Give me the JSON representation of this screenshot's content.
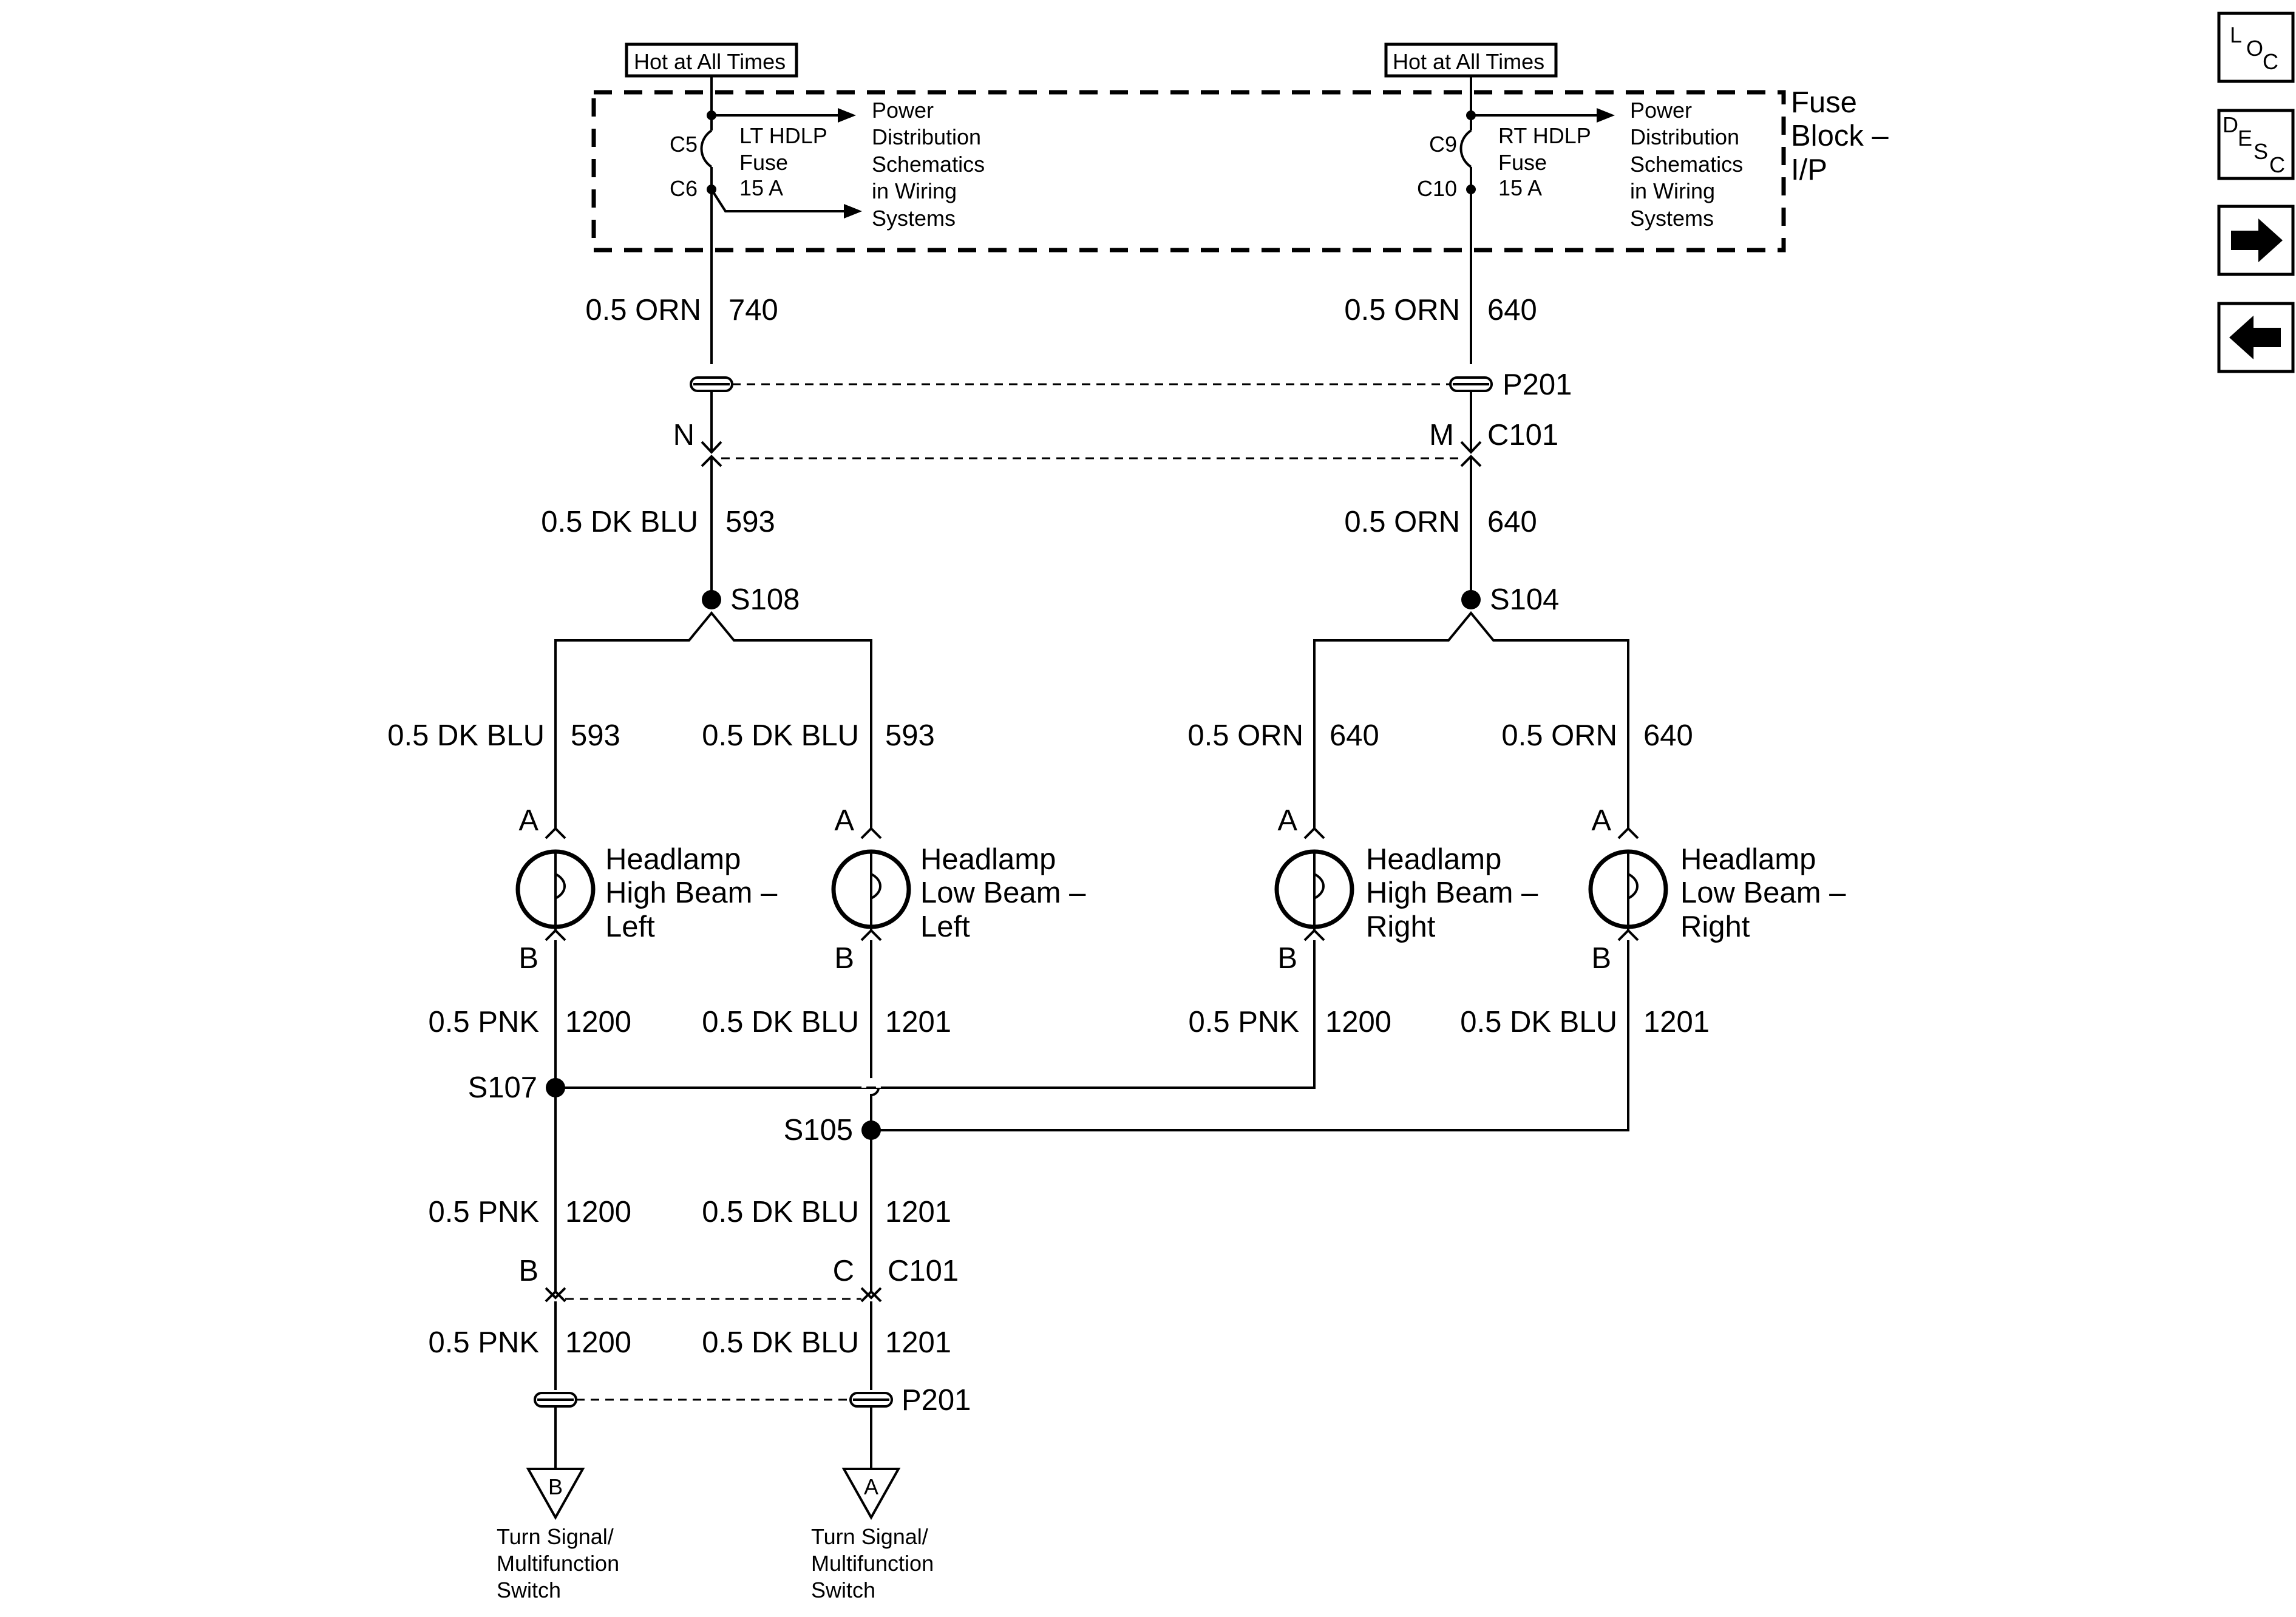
{
  "hot_labels": {
    "left": "Hot at All Times",
    "right": "Hot at All Times"
  },
  "fuse_block": {
    "line1": "Fuse",
    "line2": "Block –",
    "line3": "I/P"
  },
  "left_fuse": {
    "c_top": "C5",
    "c_bot": "C6",
    "name1": "LT HDLP",
    "name2": "Fuse",
    "rating": "15 A"
  },
  "right_fuse": {
    "c_top": "C9",
    "c_bot": "C10",
    "name1": "RT HDLP",
    "name2": "Fuse",
    "rating": "15 A"
  },
  "power_ref": [
    "Power",
    "Distribution",
    "Schematics",
    "in Wiring",
    "Systems"
  ],
  "wires": {
    "left_740_size": "0.5 ORN",
    "left_740_num": "740",
    "right_640_size": "0.5 ORN",
    "right_640_num": "640",
    "left_593_size": "0.5 DK BLU",
    "left_593_num": "593",
    "right_640b_size": "0.5 ORN",
    "right_640b_num": "640",
    "hb_l_top_size": "0.5 DK BLU",
    "hb_l_top_num": "593",
    "lb_l_top_size": "0.5 DK BLU",
    "lb_l_top_num": "593",
    "hb_r_top_size": "0.5 ORN",
    "hb_r_top_num": "640",
    "lb_r_top_size": "0.5 ORN",
    "lb_r_top_num": "640",
    "hb_l_bot_size": "0.5 PNK",
    "hb_l_bot_num": "1200",
    "lb_l_bot_size": "0.5 DK BLU",
    "lb_l_bot_num": "1201",
    "hb_r_bot_size": "0.5 PNK",
    "hb_r_bot_num": "1200",
    "lb_r_bot_size": "0.5 DK BLU",
    "lb_r_bot_num": "1201",
    "pnk_mid_size": "0.5 PNK",
    "pnk_mid_num": "1200",
    "blu_mid_size": "0.5 DK BLU",
    "blu_mid_num": "1201",
    "pnk_low_size": "0.5 PNK",
    "pnk_low_num": "1200",
    "blu_low_size": "0.5 DK BLU",
    "blu_low_num": "1201"
  },
  "connectors": {
    "p201_top": "P201",
    "c101_top": "C101",
    "pin_n": "N",
    "pin_m": "M",
    "c101_bot": "C101",
    "pin_b": "B",
    "pin_c": "C",
    "p201_bot": "P201"
  },
  "splices": {
    "s108": "S108",
    "s104": "S104",
    "s107": "S107",
    "s105": "S105"
  },
  "lamps": [
    {
      "pin_a": "A",
      "pin_b": "B",
      "l1": "Headlamp",
      "l2": "High Beam –",
      "l3": "Left"
    },
    {
      "pin_a": "A",
      "pin_b": "B",
      "l1": "Headlamp",
      "l2": "Low Beam –",
      "l3": "Left"
    },
    {
      "pin_a": "A",
      "pin_b": "B",
      "l1": "Headlamp",
      "l2": "High Beam –",
      "l3": "Right"
    },
    {
      "pin_a": "A",
      "pin_b": "B",
      "l1": "Headlamp",
      "l2": "Low Beam –",
      "l3": "Right"
    }
  ],
  "grounds": [
    {
      "letter": "B",
      "l1": "Turn Signal/",
      "l2": "Multifunction",
      "l3": "Switch"
    },
    {
      "letter": "A",
      "l1": "Turn Signal/",
      "l2": "Multifunction",
      "l3": "Switch"
    }
  ],
  "nav": {
    "loc": [
      "L",
      "O",
      "C"
    ],
    "desc": [
      "D",
      "E",
      "S",
      "C"
    ],
    "next_icon": "arrow-right-icon",
    "prev_icon": "arrow-left-icon"
  }
}
